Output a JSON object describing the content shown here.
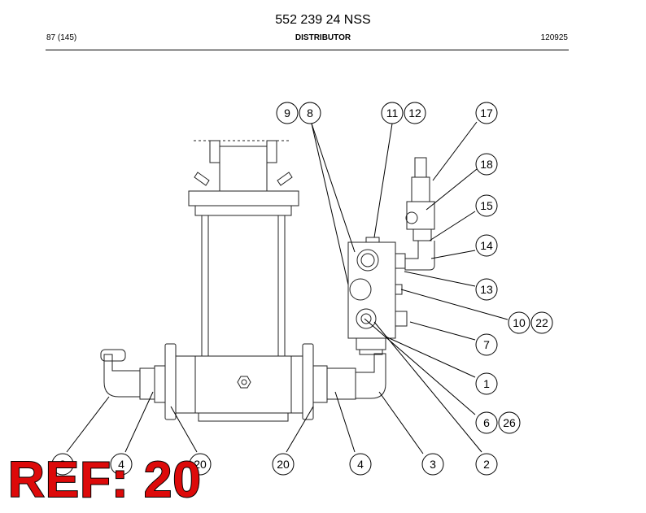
{
  "header": {
    "title": "552 239 24 NSS",
    "page": "87 (145)",
    "section": "DISTRIBUTOR",
    "code": "120925"
  },
  "callouts": [
    "9",
    "8",
    "11",
    "12",
    "17",
    "18",
    "15",
    "14",
    "13",
    "10",
    "22",
    "7",
    "1",
    "6",
    "26",
    "2",
    "3",
    "4",
    "20",
    "20",
    "4",
    "3"
  ],
  "ref_label": "REF: 20"
}
